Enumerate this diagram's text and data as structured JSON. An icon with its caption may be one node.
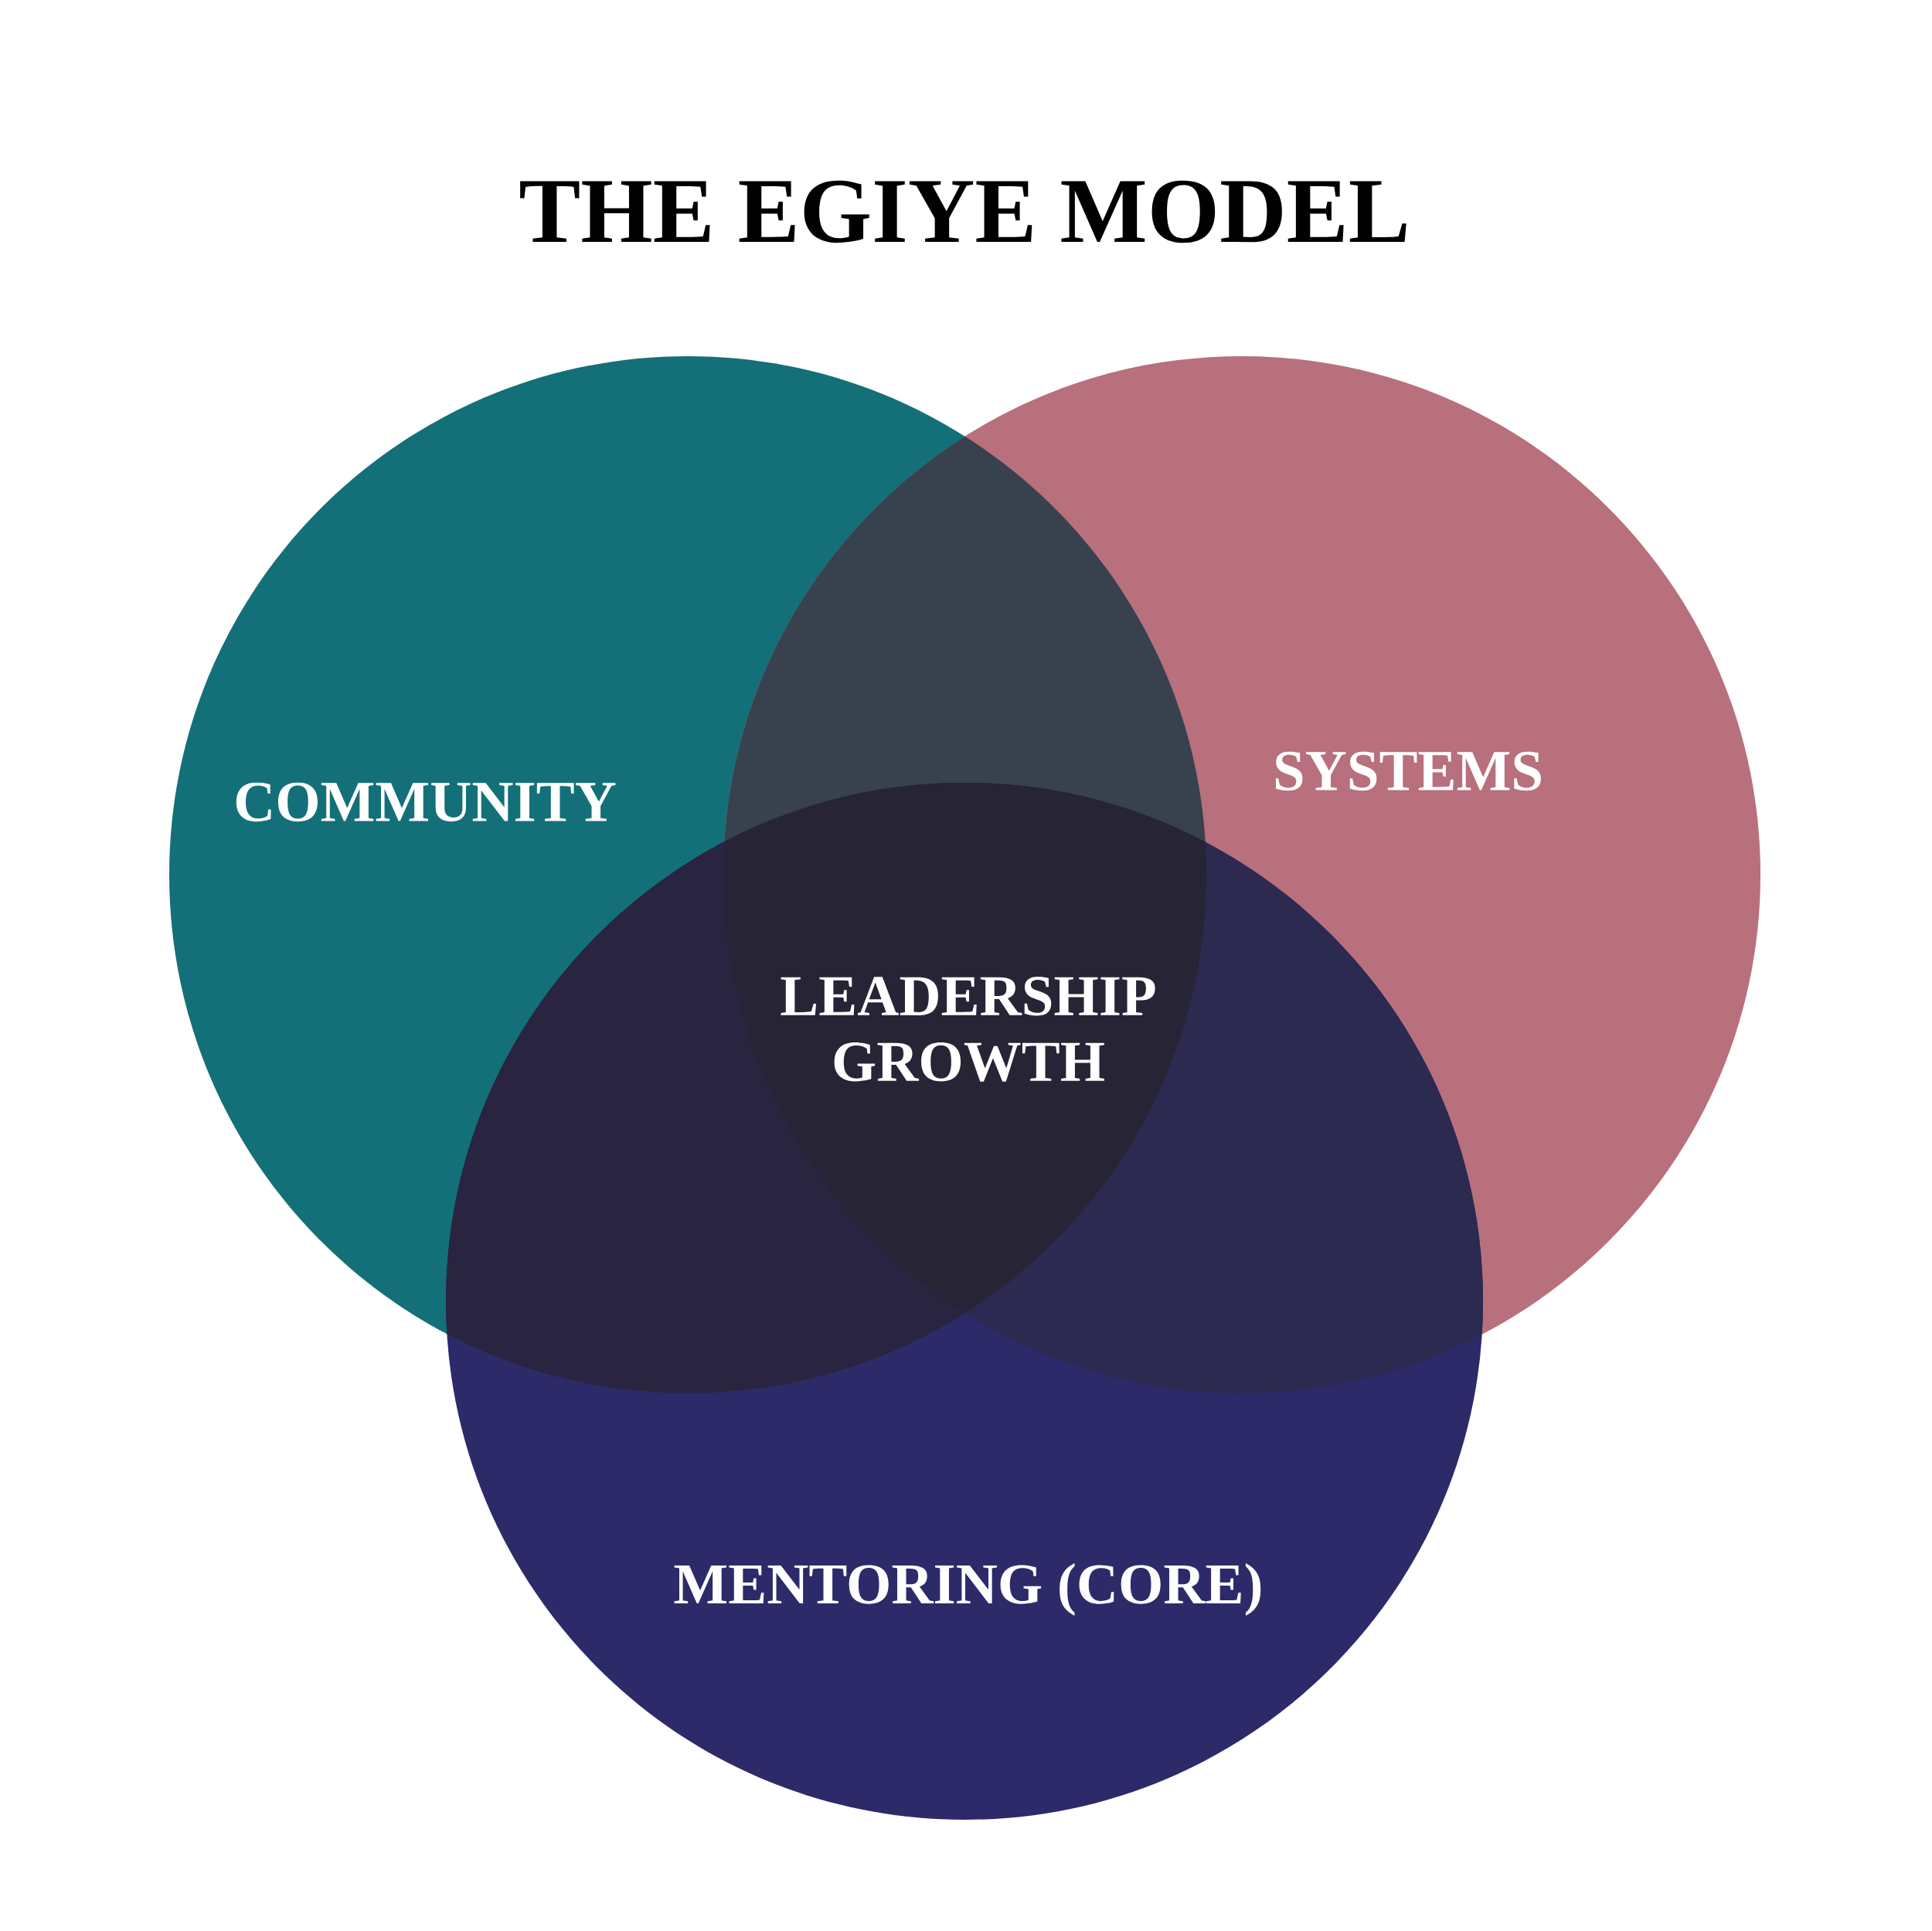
{
  "diagram": {
    "title": "THE EGIYE MODEL",
    "nodes": [
      {
        "text": [
          "COMMUNITY"
        ]
      },
      {
        "text": [
          "SYSTEMS"
        ]
      },
      {
        "text": [
          "MENTORING (CORE)"
        ]
      }
    ],
    "labels": [
      "LEADERSHIP GROWTH"
    ]
  }
}
